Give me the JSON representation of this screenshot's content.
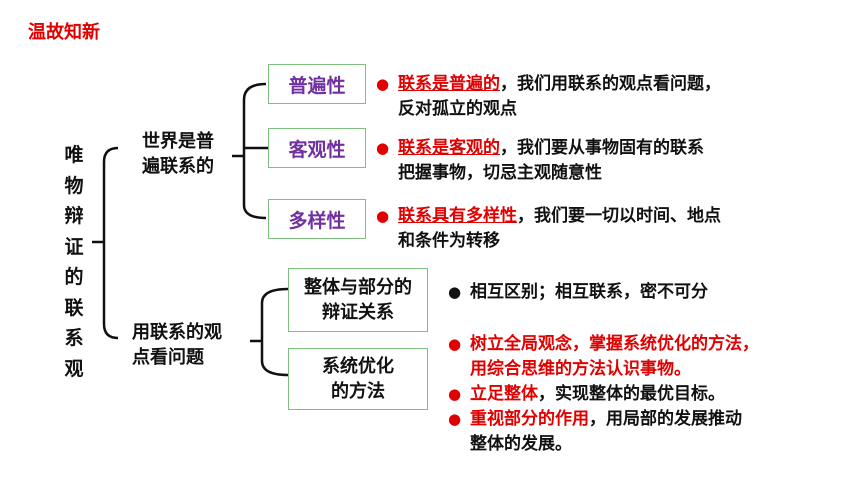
{
  "title": "温故知新",
  "root": "唯物辩证的联系观",
  "branch1": {
    "label": "世界是普遍联系的",
    "line1": "世界是普",
    "line2": "遍联系的",
    "items": [
      {
        "box": "普遍性",
        "highlight": "联系是普遍的",
        "rest": "，我们用联系的观点看问题，",
        "line2": "反对孤立的观点"
      },
      {
        "box": "客观性",
        "highlight": "联系是客观的",
        "rest": "，我们要从事物固有的联系",
        "line2": "把握事物，切忌主观随意性"
      },
      {
        "box": "多样性",
        "highlight": "联系具有多样性",
        "rest": "，我们要一切以时间、地点",
        "line2": "和条件为转移"
      }
    ]
  },
  "branch2": {
    "line1": "用联系的观",
    "line2": "点看问题",
    "items": [
      {
        "box_line1": "整体与部分的",
        "box_line2": "辩证关系",
        "text": "相互区别；相互联系，密不可分"
      },
      {
        "box_line1": "系统优化",
        "box_line2": "的方法",
        "bullets": [
          {
            "line1": "树立全局观念，掌握系统优化的方法，",
            "line2": "用综合思维的方法认识事物。"
          },
          {
            "highlight": "立足整体",
            "rest": "，实现整体的最优目标。"
          },
          {
            "highlight": "重视部分的作用",
            "rest": "，用局部的发展推动",
            "line2": "整体的发展。"
          }
        ]
      }
    ]
  },
  "colors": {
    "accent_red": "#e00000",
    "purple": "#7030a0",
    "box_border": "#7ec07e",
    "line": "#111111"
  }
}
